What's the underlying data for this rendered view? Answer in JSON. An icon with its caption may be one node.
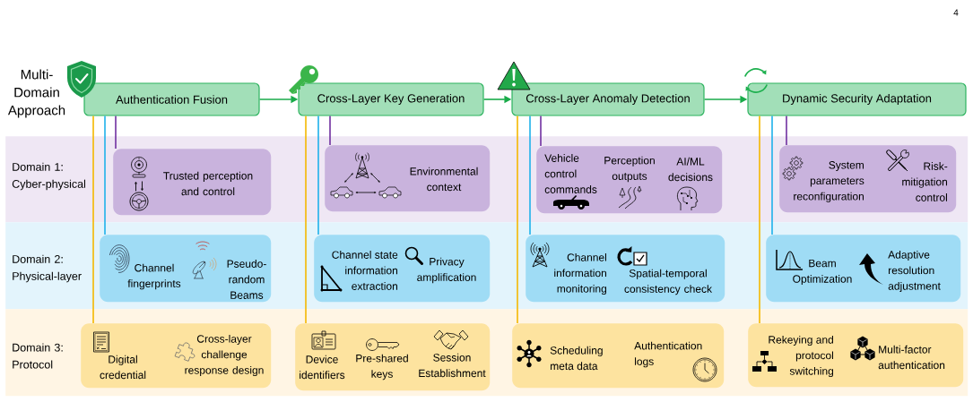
{
  "diagram": {
    "nodes": [
      {
        "text": [
          "Authentication Fusion"
        ]
      },
      {
        "text": [
          "Cross-Layer Key Generation"
        ]
      },
      {
        "text": [
          "Cross-Layer Anomaly Detection"
        ]
      },
      {
        "text": [
          "Dynamic Security Adaptation"
        ]
      },
      {
        "text": [
          "Domain 1: Cyber-physical"
        ]
      },
      {
        "text": [
          "Trusted perception and control"
        ],
        "in": 4
      },
      {
        "text": [
          "Environmental context"
        ],
        "in": 4
      },
      {
        "text": [
          "Vehicle control commands",
          "Perception outputs",
          "AI/ML decisions"
        ],
        "in": 4
      },
      {
        "text": [
          "System parameters reconfiguration",
          "Risk-mitigation control"
        ],
        "in": 4
      },
      {
        "text": [
          "Domain 2: Physical-layer"
        ]
      },
      {
        "text": [
          "Channel fingerprints",
          "Pseudo-random Beams"
        ],
        "in": 9
      },
      {
        "text": [
          "Channel state information extraction",
          "Privacy amplification"
        ],
        "in": 9
      },
      {
        "text": [
          "Channel information monitoring",
          "Spatial-temporal consistency check"
        ],
        "in": 9
      },
      {
        "text": [
          "Beam Optimization",
          "Adaptive resolution adjustment"
        ],
        "in": 9
      },
      {
        "text": [
          "Domain 3: Protocol"
        ]
      },
      {
        "text": [
          "Digital credential",
          "Cross-layer challenge response design"
        ],
        "in": 14
      },
      {
        "text": [
          "Device identifiers",
          "Pre-shared keys",
          "Session Establishment"
        ],
        "in": 14
      },
      {
        "text": [
          "Scheduling meta data",
          "Authentication logs"
        ],
        "in": 14
      },
      {
        "text": [
          "Rekeying and protocol switching",
          "Multi-factor authentication"
        ],
        "in": 14
      }
    ],
    "edges": [
      {
        "from": 0,
        "to": 1,
        "arrow": "to",
        "color": "#1aab4a"
      },
      {
        "from": 1,
        "to": 2,
        "arrow": "to",
        "color": "#1aab4a"
      },
      {
        "from": 2,
        "to": 3,
        "arrow": "to",
        "color": "#1aab4a"
      },
      {
        "from": 0,
        "to": 5,
        "arrow": "none",
        "color": "#7030a0"
      },
      {
        "from": 0,
        "to": 10,
        "arrow": "none",
        "color": "#1fb1ea"
      },
      {
        "from": 0,
        "to": 15,
        "arrow": "none",
        "color": "#f4b800"
      },
      {
        "from": 1,
        "to": 6,
        "arrow": "none",
        "color": "#7030a0"
      },
      {
        "from": 1,
        "to": 11,
        "arrow": "none",
        "color": "#1fb1ea"
      },
      {
        "from": 1,
        "to": 16,
        "arrow": "none",
        "color": "#f4b800"
      },
      {
        "from": 2,
        "to": 7,
        "arrow": "none",
        "color": "#7030a0"
      },
      {
        "from": 2,
        "to": 12,
        "arrow": "none",
        "color": "#1fb1ea"
      },
      {
        "from": 2,
        "to": 17,
        "arrow": "none",
        "color": "#f4b800"
      },
      {
        "from": 3,
        "to": 8,
        "arrow": "none",
        "color": "#7030a0"
      },
      {
        "from": 3,
        "to": 13,
        "arrow": "none",
        "color": "#1fb1ea"
      },
      {
        "from": 3,
        "to": 18,
        "arrow": "none",
        "color": "#f4b800"
      }
    ],
    "labels": [
      "4",
      "Multi-Domain Approach"
    ]
  }
}
